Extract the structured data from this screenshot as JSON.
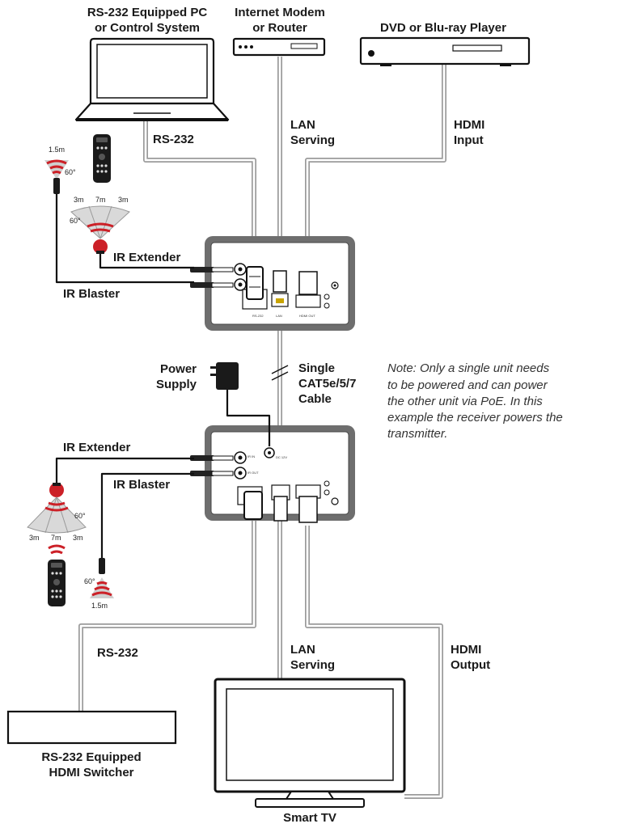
{
  "devices": {
    "pc": [
      "RS-232 Equipped PC",
      "or Control System"
    ],
    "modem": [
      "Internet Modem",
      "or Router"
    ],
    "dvd": "DVD or Blu-ray Player",
    "switcher": [
      "RS-232 Equipped",
      "HDMI Switcher"
    ],
    "tv": "Smart TV",
    "power": [
      "Power",
      "Supply"
    ]
  },
  "cables": {
    "rs232_top": "RS-232",
    "lan_top": [
      "LAN",
      "Serving"
    ],
    "hdmi_in": [
      "HDMI",
      "Input"
    ],
    "cat_cable": [
      "Single",
      "CAT5e/5/7",
      "Cable"
    ],
    "rs232_bottom": "RS-232",
    "lan_bottom": [
      "LAN",
      "Serving"
    ],
    "hdmi_out": [
      "HDMI",
      "Output"
    ]
  },
  "ir": {
    "extender": "IR Extender",
    "blaster": "IR Blaster",
    "range_near": "1.5m",
    "angle": "60°",
    "range_side": "3m",
    "range_center": "7m"
  },
  "note": [
    "Note: Only a single unit needs",
    "to be powered and can power",
    "the other unit via PoE. In this",
    "example the receiver powers the",
    "transmitter."
  ],
  "ports": {
    "tx_rs232": "RS-232",
    "tx_lan": "LAN",
    "tx_hdmi": "HDMI OUT",
    "rx_power": "DC 12V",
    "ir_in": "IR IN",
    "ir_out": "IR OUT"
  },
  "colors": {
    "unit_frame": "#6e6e6e",
    "cable": "#9a9a9a",
    "ir_signal": "#cc2027",
    "ir_cone": "#cfcfcf"
  }
}
